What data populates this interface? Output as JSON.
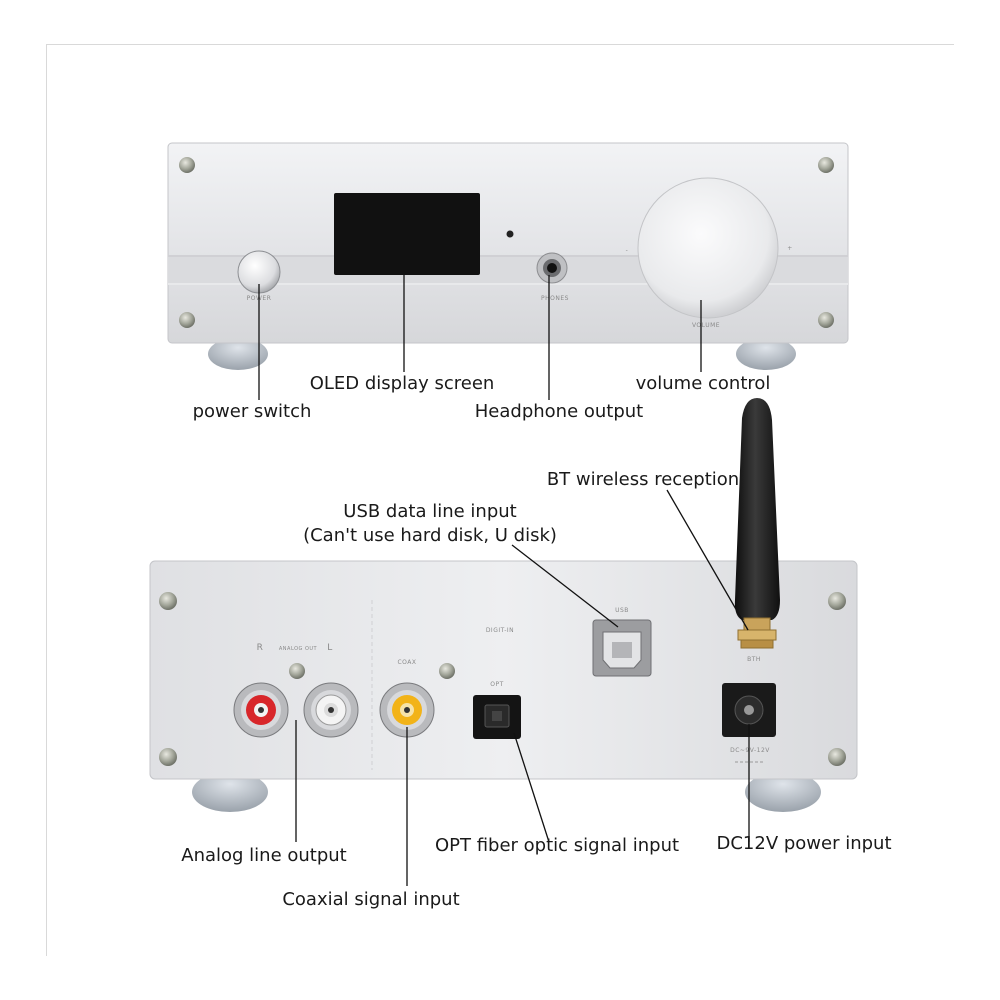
{
  "front_labels": {
    "oled": "OLED display screen",
    "volume": "volume control",
    "power": "power switch",
    "headphone": "Headphone output"
  },
  "front_panel_text": {
    "power": "POWER",
    "phones": "PHONES",
    "volume": "VOLUME",
    "minus": "-",
    "plus": "+"
  },
  "back_labels": {
    "bt": "BT wireless reception",
    "usb_line1": "USB data line input",
    "usb_line2": "(Can't use hard disk, U disk)",
    "analog": "Analog line output",
    "coax": "Coaxial signal input",
    "opt": "OPT fiber optic signal input",
    "dc": "DC12V power input"
  },
  "back_panel_text": {
    "r": "R",
    "l": "L",
    "analog_out": "ANALOG OUT",
    "coax": "COAX",
    "digit_in": "DIGIT-IN",
    "opt": "OPT",
    "usb": "USB",
    "bt": "BTH",
    "dc": "DC~9V-12V"
  },
  "colors": {
    "chassis": "#e6e7e9",
    "screen": "#111111",
    "rca_red": "#d8262a",
    "rca_white": "#f4f4f4",
    "rca_yellow": "#f2b318",
    "antenna": "#1c1c1c",
    "connector_gold": "#c9a35b"
  }
}
